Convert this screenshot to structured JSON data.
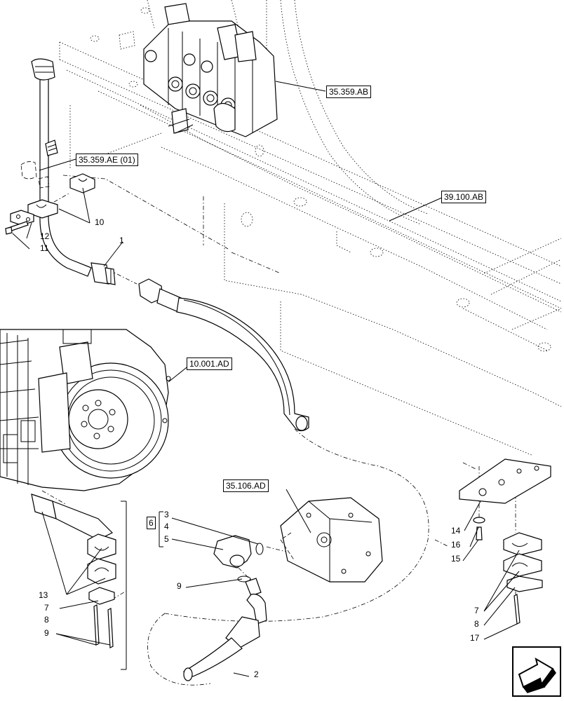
{
  "refs": {
    "valve": "35.359.AB",
    "valve_section": "35.359.AE (01)",
    "chassis": "39.100.AB",
    "engine": "10.001.AD",
    "pump": "35.106.AD"
  },
  "callouts": {
    "c1": "1",
    "c2": "2",
    "c3": "3",
    "c4": "4",
    "c5": "5",
    "c6": "6",
    "c7_left": "7",
    "c7_right": "7",
    "c8_left": "8",
    "c8_right": "8",
    "c9_mid": "9",
    "c9_left": "9",
    "c10": "10",
    "c11": "11",
    "c12": "12",
    "c13": "13",
    "c14": "14",
    "c15": "15",
    "c16": "16",
    "c17": "17"
  },
  "icons": {
    "next_page": "next-page-arrow-icon"
  },
  "colors": {
    "line": "#000000",
    "fill": "#ffffff"
  }
}
